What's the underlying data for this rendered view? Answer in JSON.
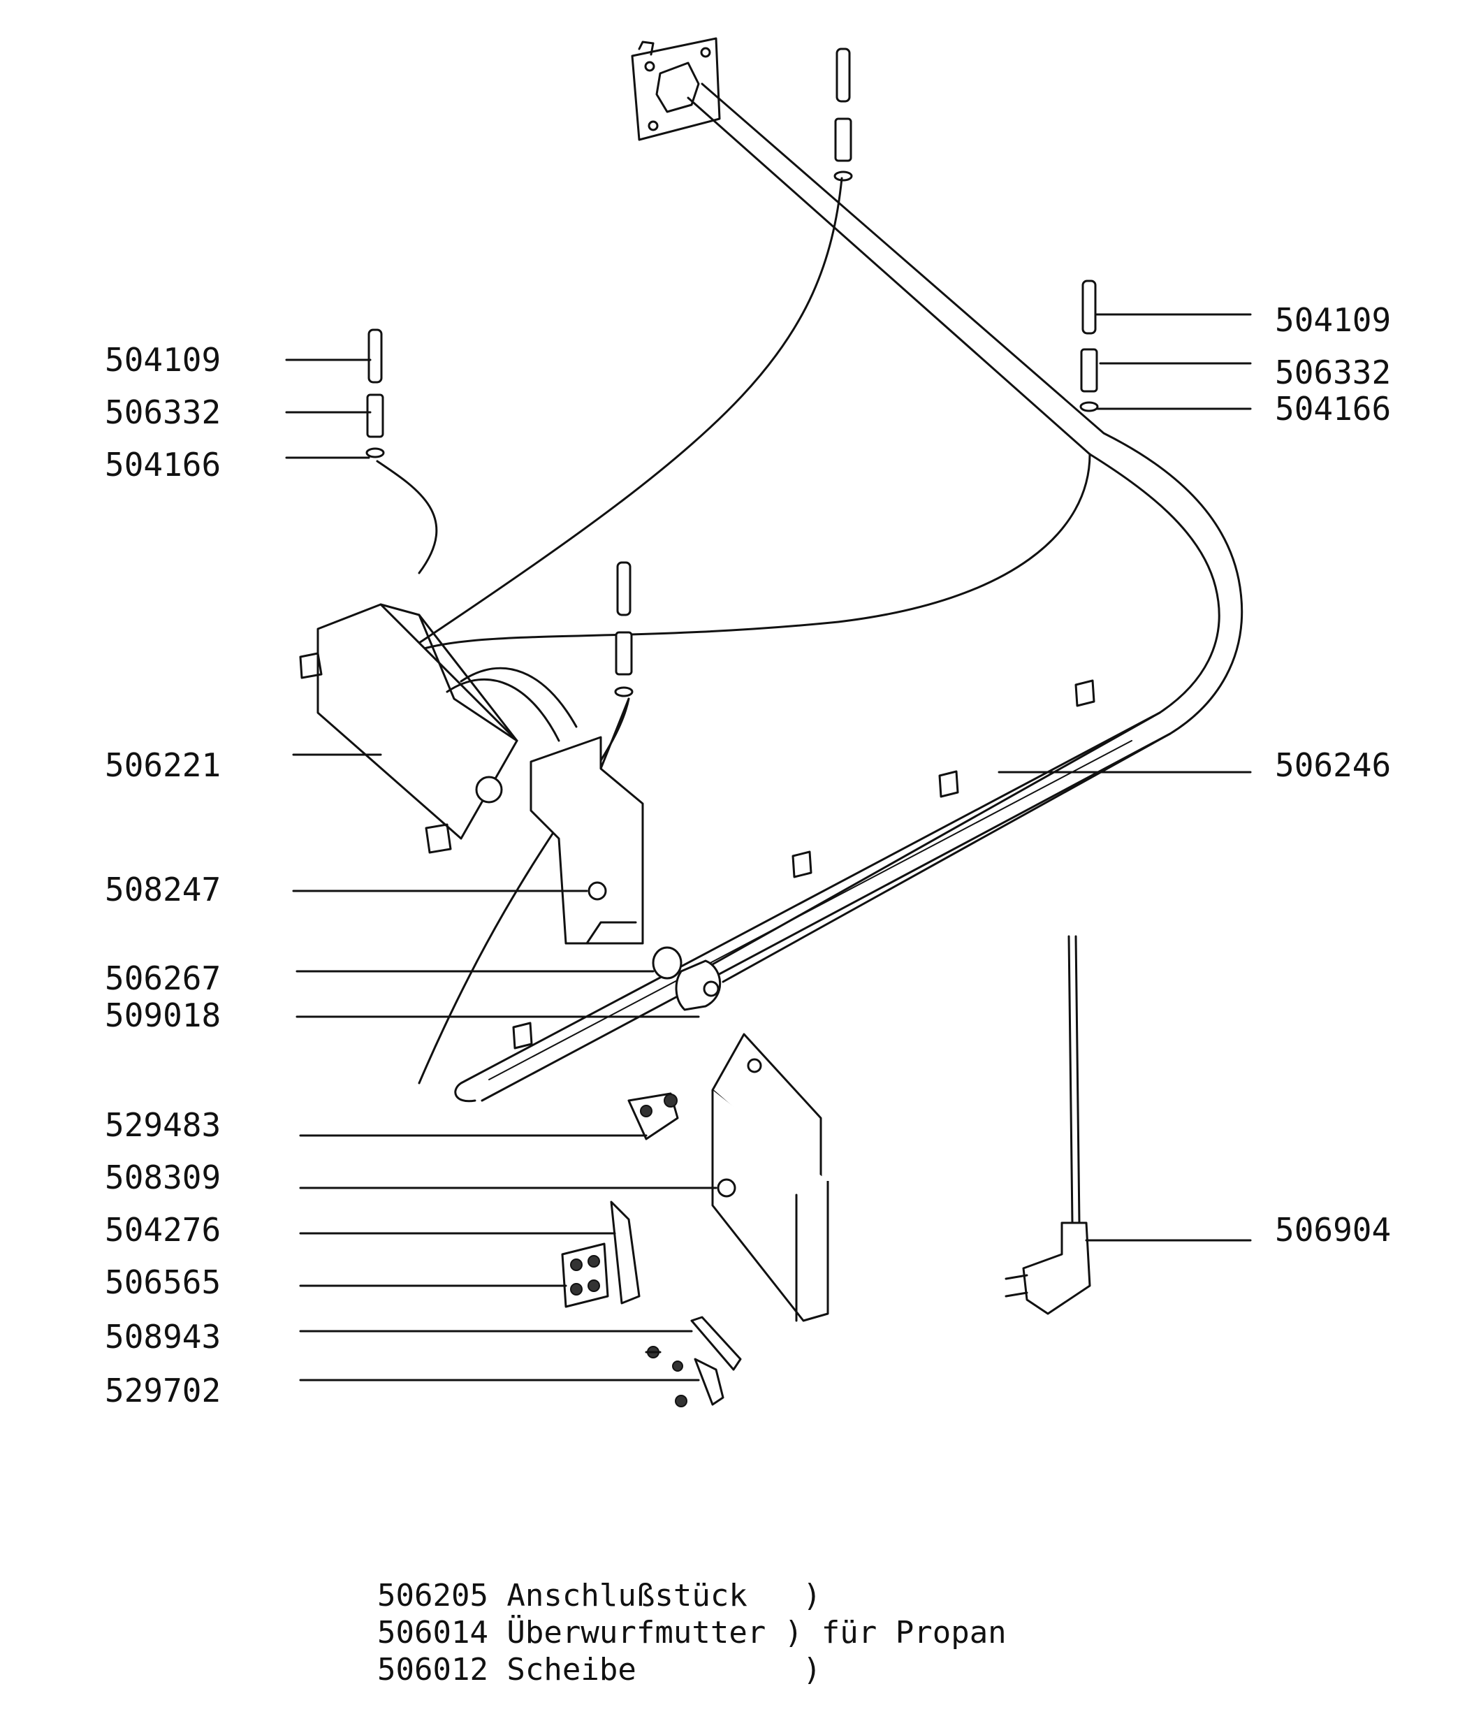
{
  "labels_left": [
    {
      "id": "l-504109",
      "text": "504109"
    },
    {
      "id": "l-506332",
      "text": "506332"
    },
    {
      "id": "l-504166",
      "text": "504166"
    },
    {
      "id": "l-506221",
      "text": "506221"
    },
    {
      "id": "l-508247",
      "text": "508247"
    },
    {
      "id": "l-506267",
      "text": "506267"
    },
    {
      "id": "l-509018",
      "text": "509018"
    },
    {
      "id": "l-529483",
      "text": "529483"
    },
    {
      "id": "l-508309",
      "text": "508309"
    },
    {
      "id": "l-504276",
      "text": "504276"
    },
    {
      "id": "l-506565",
      "text": "506565"
    },
    {
      "id": "l-508943",
      "text": "508943"
    },
    {
      "id": "l-529702",
      "text": "529702"
    }
  ],
  "labels_right": [
    {
      "id": "r-504109",
      "text": "504109"
    },
    {
      "id": "r-506332",
      "text": "506332"
    },
    {
      "id": "r-504166",
      "text": "504166"
    },
    {
      "id": "r-506246",
      "text": "506246"
    },
    {
      "id": "r-506904",
      "text": "506904"
    }
  ],
  "footnote": {
    "lines": [
      "506205 Anschlußstück   )",
      "506014 Überwurfmutter ) für Propan",
      "506012 Scheibe         )"
    ]
  }
}
